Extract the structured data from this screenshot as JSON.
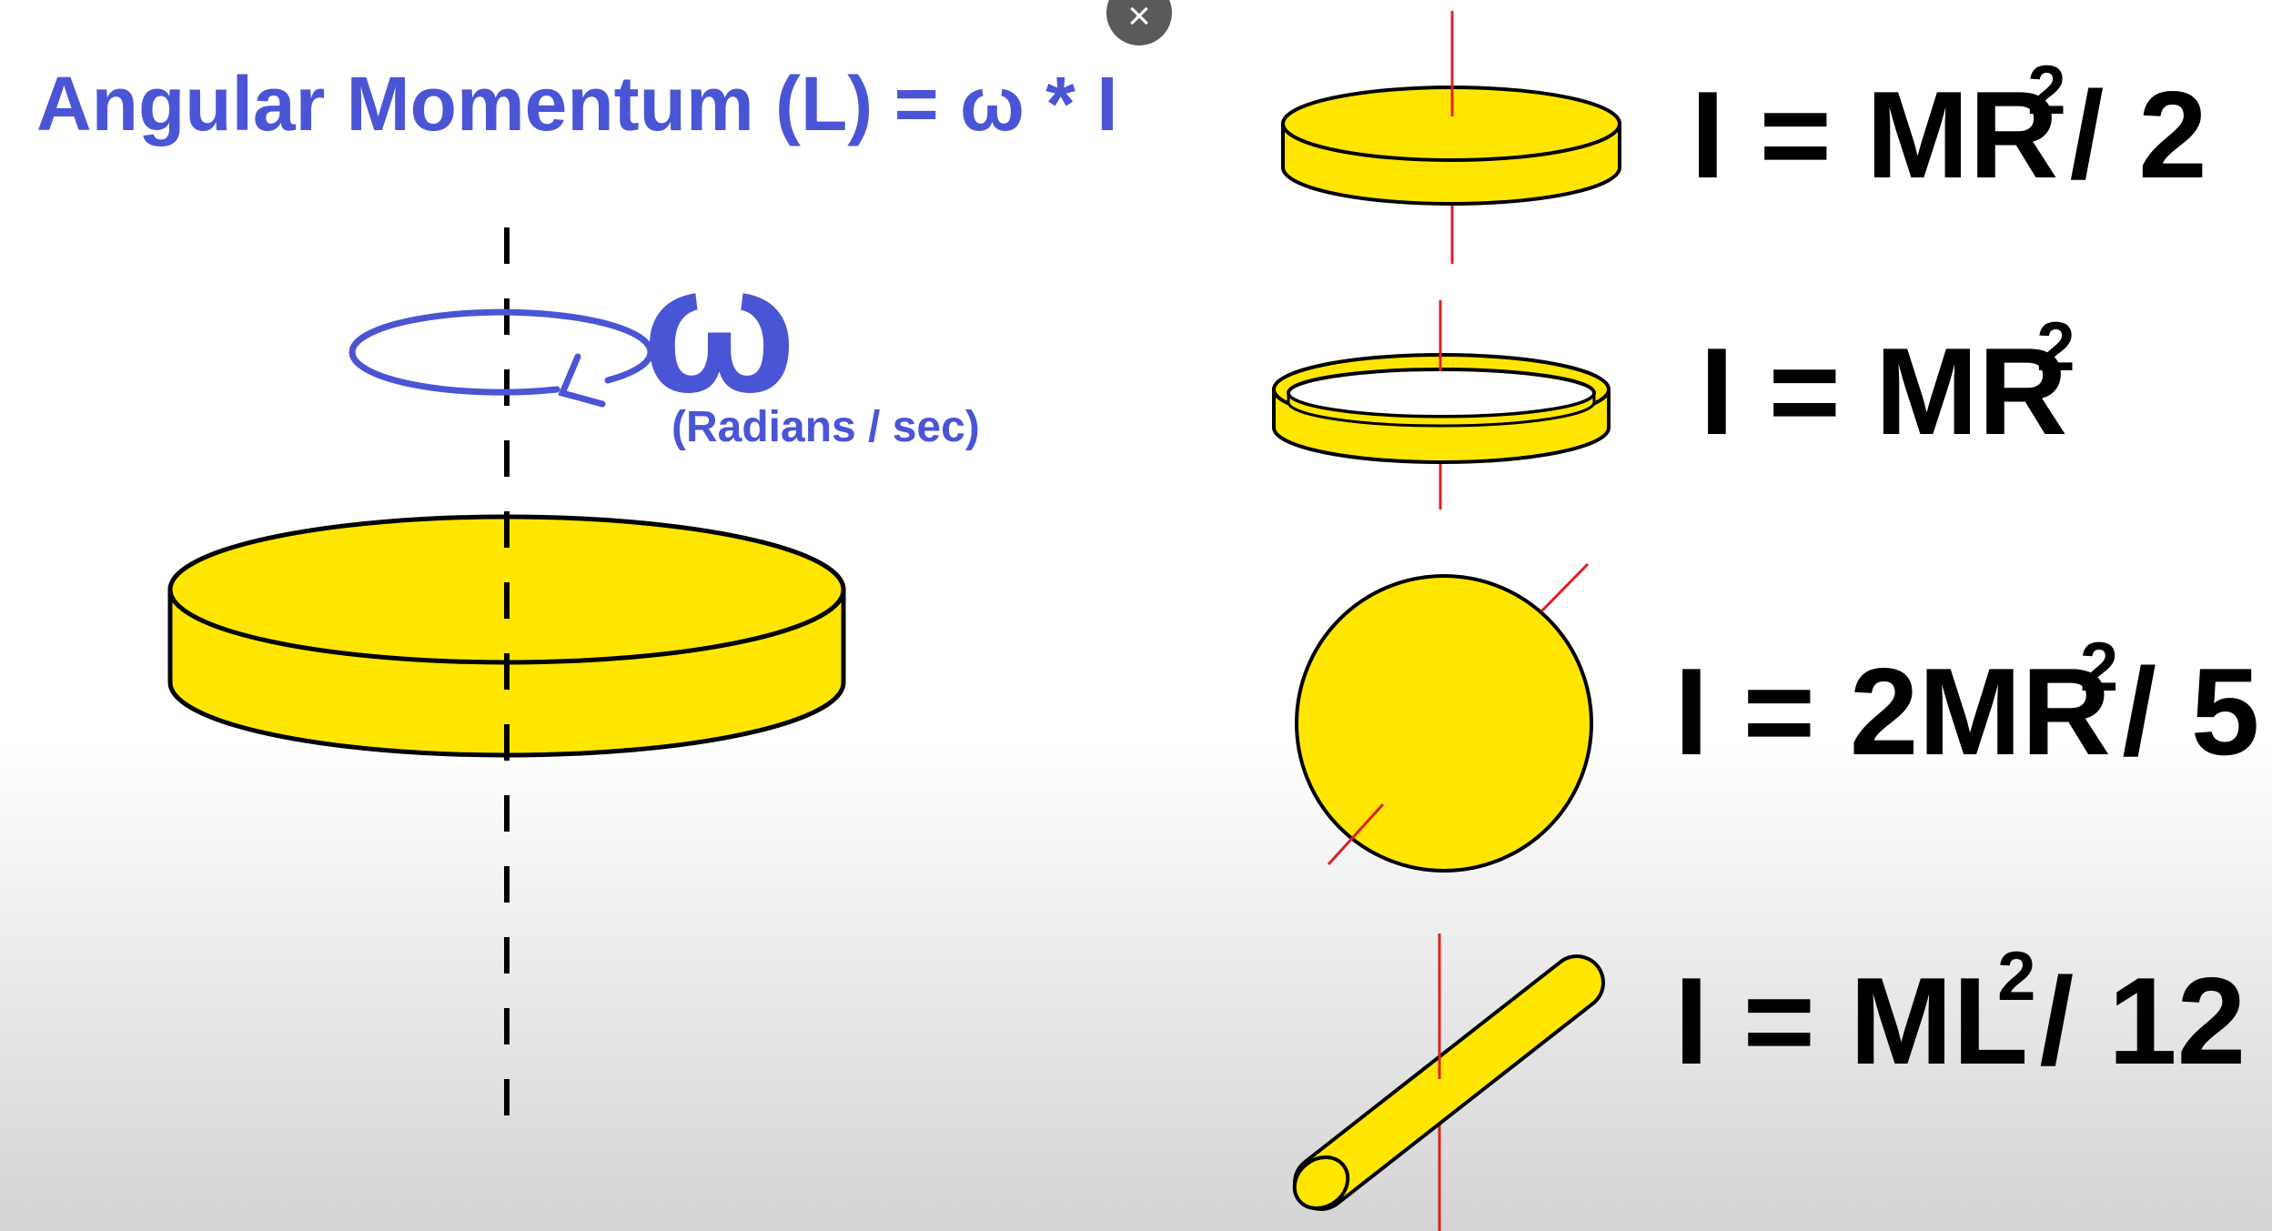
{
  "title": "Angular Momentum (L) = ω * I",
  "omega": {
    "symbol": "ω",
    "units": "(Radians / sec)"
  },
  "formulas": [
    {
      "base": "I = MR",
      "exp": "2",
      "tail": "/ 2"
    },
    {
      "base": "I = MR",
      "exp": "2",
      "tail": ""
    },
    {
      "base": "I = 2MR",
      "exp": "2",
      "tail": "/ 5"
    },
    {
      "base": "I = ML",
      "exp": "2",
      "tail": "/ 12"
    }
  ],
  "overlay": {
    "close_icon": "×"
  },
  "colors": {
    "title_blue": "#4a55d6",
    "shape_yellow": "#ffe600",
    "axis_red": "#e02020"
  }
}
